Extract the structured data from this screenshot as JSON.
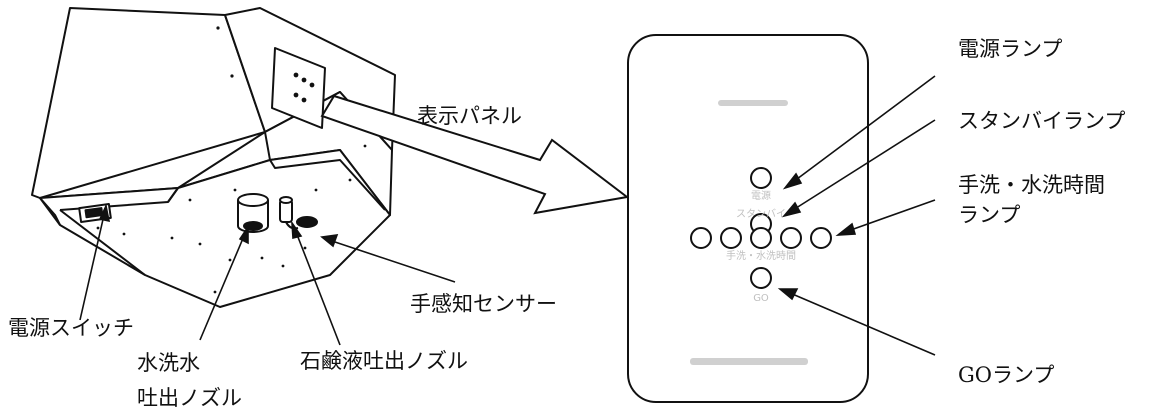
{
  "labels": {
    "display_panel": "表示パネル",
    "power_switch": "電源スイッチ",
    "water_nozzle_line1": "水洗水",
    "water_nozzle_line2": "吐出ノズル",
    "soap_nozzle": "石鹸液吐出ノズル",
    "hand_sensor": "手感知センサー",
    "power_lamp": "電源ランプ",
    "standby_lamp": "スタンバイランプ",
    "wash_time_lamp_line1": "手洗・水洗時間",
    "wash_time_lamp_line2": "ランプ",
    "go_lamp": "GOランプ"
  },
  "panel": {
    "power_caption": "電源",
    "standby_caption": "スタンバイ",
    "time_caption": "手洗・水洗時間",
    "go_caption": "GO"
  },
  "colors": {
    "line": "#111111",
    "faint_text": "#c8c8c8"
  }
}
